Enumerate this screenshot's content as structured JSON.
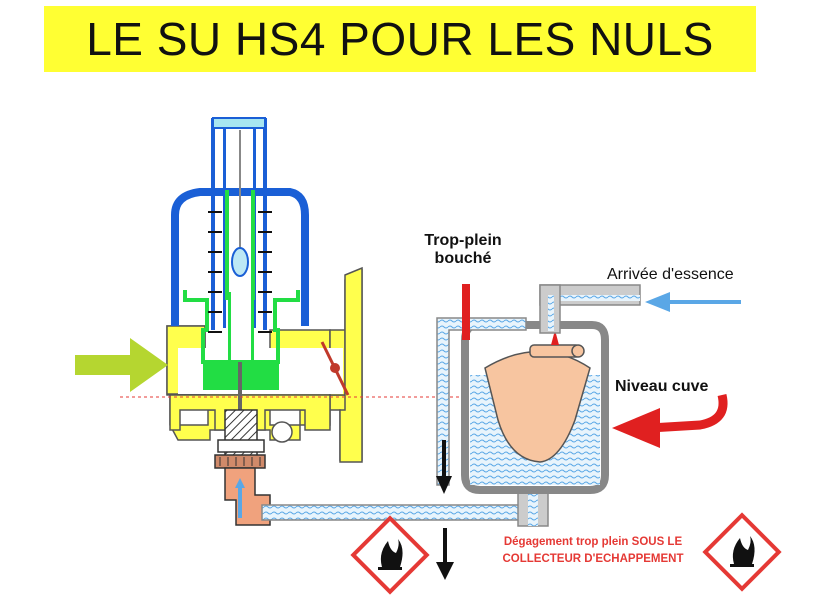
{
  "title": "LE SU HS4 POUR LES NULS",
  "labels": {
    "overflow_blocked_line1": "Trop-plein",
    "overflow_blocked_line2": "bouché",
    "fuel_inlet": "Arrivée d'essence",
    "bowl_level": "Niveau cuve",
    "discharge_line1": "Dégagement trop plein SOUS LE",
    "discharge_line2": "COLLECTEUR D'ECHAPPEMENT"
  },
  "icons": [
    "air-flow-arrow-icon",
    "fuel-inlet-arrow-icon",
    "level-rising-arrow-icon",
    "overflow-down-arrow-icon",
    "flammable-hazard-icon"
  ],
  "colors": {
    "title_band": "#ffff33",
    "carb_body": "#ffff4d",
    "dashpot": "#1a5fd6",
    "piston_chamber": "#22dd44",
    "fuel_blue": "#5aa7e6",
    "float": "#f7c5a0",
    "blocked_overflow": "#e02020",
    "hazard_red": "#e53935"
  }
}
